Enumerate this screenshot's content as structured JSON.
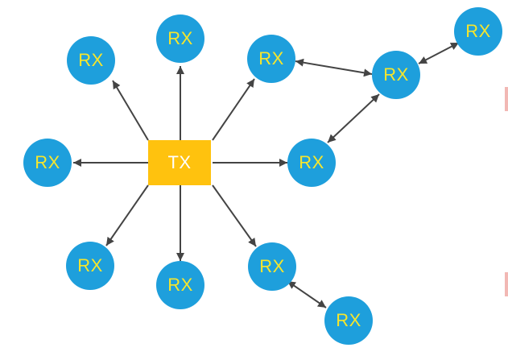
{
  "diagram": {
    "transmitter": {
      "label": "TX",
      "color": "#ffc20e"
    },
    "receiver": {
      "label": "RX",
      "color": "#1e9fdc",
      "text_color": "#f7e62c"
    },
    "nodes": [
      {
        "id": "tx",
        "label": "TX",
        "kind": "tx"
      },
      {
        "id": "rx1",
        "label": "RX",
        "kind": "rx"
      },
      {
        "id": "rx2",
        "label": "RX",
        "kind": "rx"
      },
      {
        "id": "rx3",
        "label": "RX",
        "kind": "rx"
      },
      {
        "id": "rx4",
        "label": "RX",
        "kind": "rx"
      },
      {
        "id": "rx5",
        "label": "RX",
        "kind": "rx"
      },
      {
        "id": "rx6",
        "label": "RX",
        "kind": "rx"
      },
      {
        "id": "rx7",
        "label": "RX",
        "kind": "rx"
      },
      {
        "id": "rx8",
        "label": "RX",
        "kind": "rx"
      },
      {
        "id": "rx9",
        "label": "RX",
        "kind": "rx"
      },
      {
        "id": "rx10",
        "label": "RX",
        "kind": "rx"
      },
      {
        "id": "rx11",
        "label": "RX",
        "kind": "rx"
      }
    ],
    "edges": [
      {
        "from": "tx",
        "to": "rx1",
        "direction": "one-way"
      },
      {
        "from": "tx",
        "to": "rx2",
        "direction": "one-way"
      },
      {
        "from": "tx",
        "to": "rx3",
        "direction": "one-way"
      },
      {
        "from": "tx",
        "to": "rx4",
        "direction": "one-way"
      },
      {
        "from": "tx",
        "to": "rx5",
        "direction": "one-way"
      },
      {
        "from": "tx",
        "to": "rx6",
        "direction": "one-way"
      },
      {
        "from": "tx",
        "to": "rx7",
        "direction": "one-way"
      },
      {
        "from": "tx",
        "to": "rx8",
        "direction": "one-way"
      },
      {
        "from": "rx3",
        "to": "rx9",
        "direction": "two-way"
      },
      {
        "from": "rx5",
        "to": "rx9",
        "direction": "two-way"
      },
      {
        "from": "rx9",
        "to": "rx10",
        "direction": "two-way"
      },
      {
        "from": "rx8",
        "to": "rx11",
        "direction": "two-way"
      }
    ],
    "edge_color": "#444444"
  }
}
